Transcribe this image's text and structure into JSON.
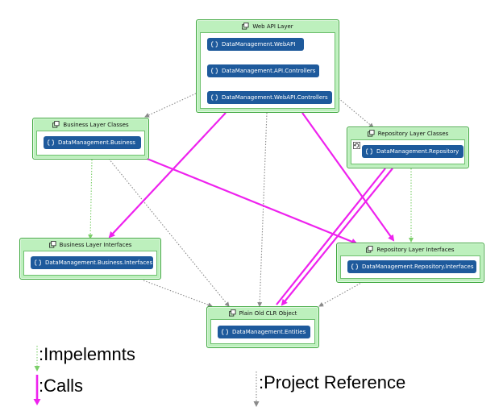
{
  "layers": {
    "web_api": {
      "title": "Web API Layer",
      "packages": [
        "DataManagement.WebAPI",
        "DataManagement.API.Controllers",
        "DataManagement.WebAPI.Controllers"
      ]
    },
    "business_classes": {
      "title": "Business Layer Classes",
      "packages": [
        "DataManagement.Business"
      ]
    },
    "repository_classes": {
      "title": "Repository Layer Classes",
      "packages": [
        "DataManagement.Repository"
      ]
    },
    "business_interfaces": {
      "title": "Business Layer Interfaces",
      "packages": [
        "DataManagement.Business.Interfaces"
      ]
    },
    "repository_interfaces": {
      "title": "Repository Layer Interfaces",
      "packages": [
        "DataManagement.Repository.Interfaces"
      ]
    },
    "poco": {
      "title": "Plain Old CLR Object",
      "packages": [
        "DataManagement.Entities"
      ]
    }
  },
  "legend": {
    "implements": ":Impelemnts",
    "calls": ":Calls",
    "project_reference": ":Project Reference"
  },
  "colors": {
    "calls": "#ee22ee",
    "implements": "#7ccf6a",
    "project_reference": "#8a8a8a",
    "layer_fill": "#bdf0bd",
    "package_fill": "#1e5a9c"
  }
}
